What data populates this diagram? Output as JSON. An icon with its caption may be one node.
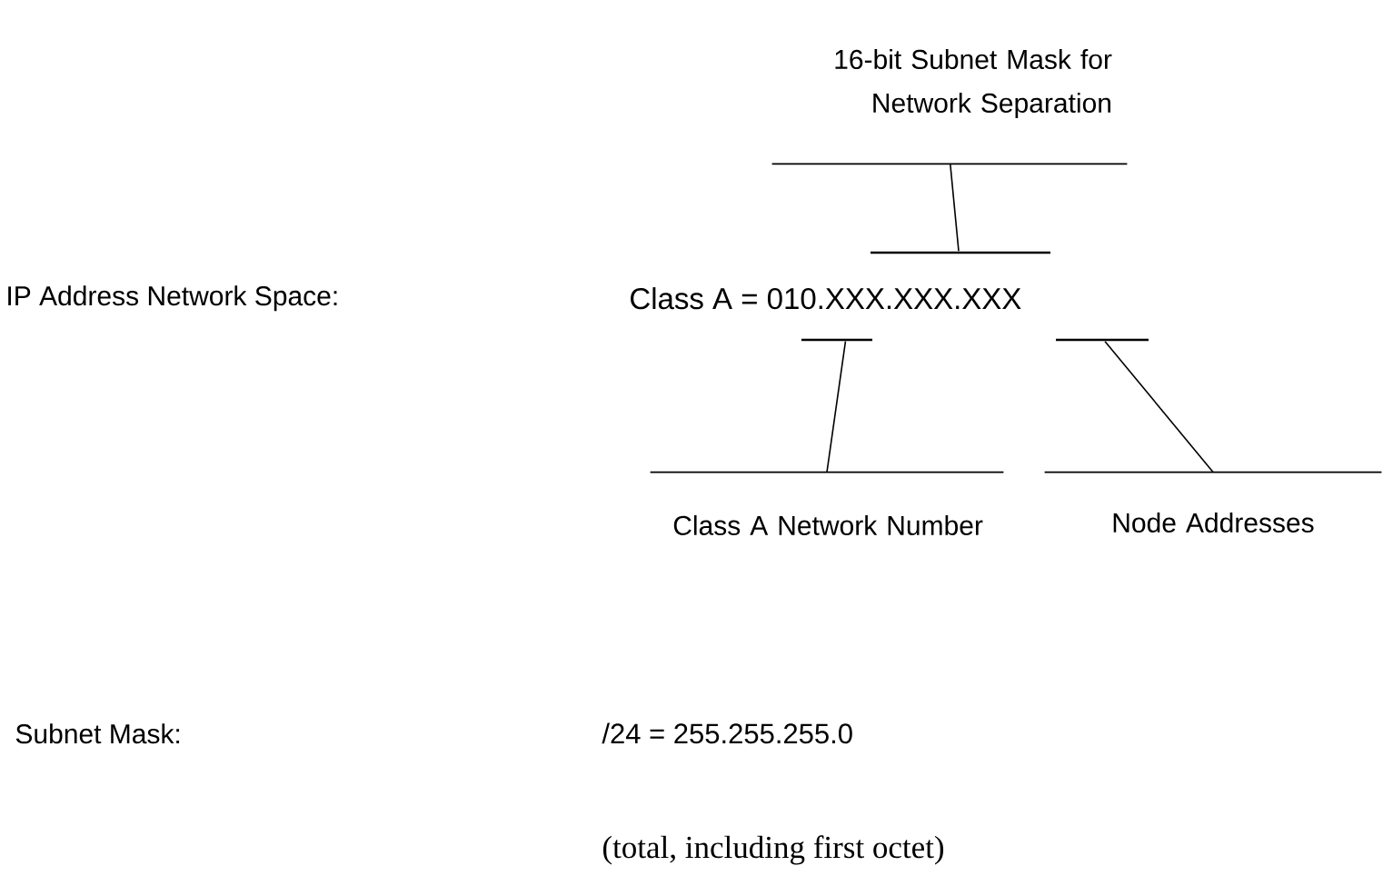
{
  "diagram": {
    "nodes": [
      {
        "text": [
          "16-bit Subnet Mask for Network Separation"
        ]
      },
      {
        "text": [],
        "shape": "bar"
      },
      {
        "text": [],
        "shape": "bar"
      },
      {
        "text": [],
        "shape": "bar"
      },
      {
        "text": [
          "Class A Network Number"
        ]
      },
      {
        "text": [
          "Node Addresses"
        ]
      }
    ],
    "edges": [
      {
        "from": 0,
        "to": 1,
        "arrow": "none"
      },
      {
        "from": 4,
        "to": 2,
        "arrow": "none"
      },
      {
        "from": 5,
        "to": 3,
        "arrow": "none"
      }
    ],
    "labels": [
      "IP Address Network Space:",
      "Class A = 010.XXX.XXX.XXX",
      "Subnet Mask:",
      "/24 = 255.255.255.0",
      "(total, including first octet)"
    ]
  }
}
